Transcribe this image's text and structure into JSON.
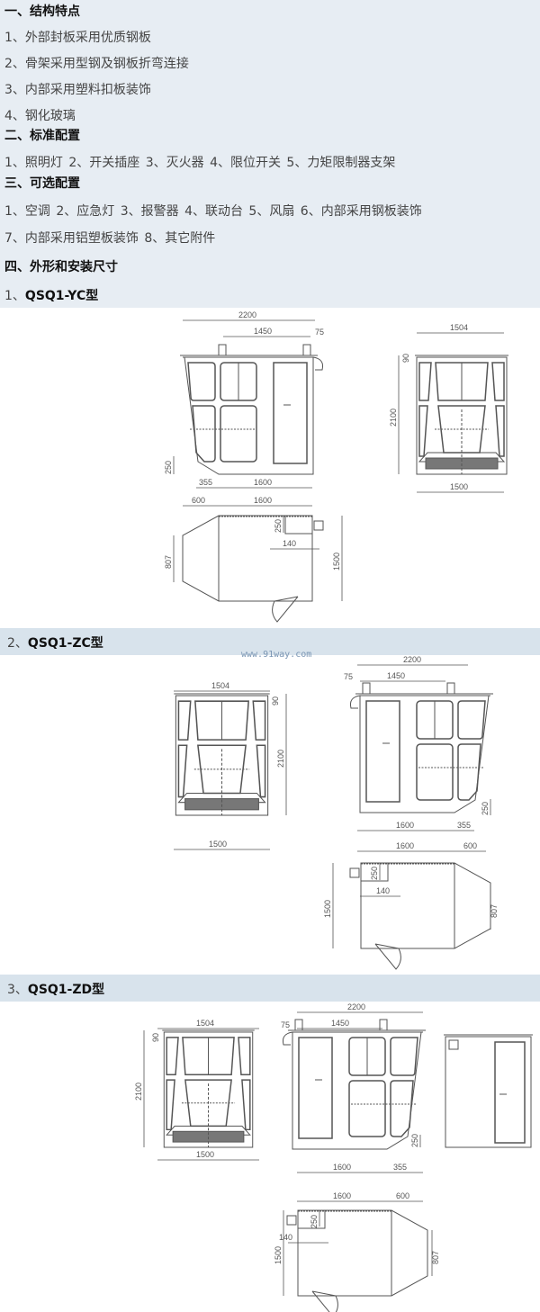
{
  "features": {
    "heading": "一、结构特点",
    "items": [
      "1、外部封板采用优质钢板",
      "2、骨架采用型钢及钢板折弯连接",
      "3、内部采用塑料扣板装饰",
      "4、钢化玻璃"
    ]
  },
  "standard": {
    "heading": "二、标准配置",
    "line": "1、照明灯  2、开关插座  3、灭火器  4、限位开关  5、力矩限制器支架"
  },
  "optional": {
    "heading": "三、可选配置",
    "lines": [
      "1、空调  2、应急灯  3、报警器  4、联动台  5、风扇  6、内部采用钢板装饰",
      "7、内部采用铝塑板装饰  8、其它附件"
    ]
  },
  "dimensions_heading": "四、外形和安装尺寸",
  "models": [
    {
      "prefix": "1、",
      "name": "QSQ1-YC型"
    },
    {
      "prefix": "2、",
      "name": "QSQ1-ZC型"
    },
    {
      "prefix": "3、",
      "name": "QSQ1-ZD型"
    }
  ],
  "watermark": "www.91way.com",
  "dims": {
    "overall_length": "2200",
    "hook_spacing": "1450",
    "hook_offset": "75",
    "front_top_width": "1504",
    "top_height": "90",
    "height": "2100",
    "bottom_width": "1500",
    "step_height": "250",
    "step_depth": "355",
    "body_length": "1600",
    "nose_length": "600",
    "nose_width": "807",
    "box_offset": "250",
    "box_gap": "140",
    "depth": "1500"
  },
  "colors": {
    "intro_bg": "#e7edf3",
    "band_bg": "#d8e3ec",
    "line": "#555555"
  }
}
